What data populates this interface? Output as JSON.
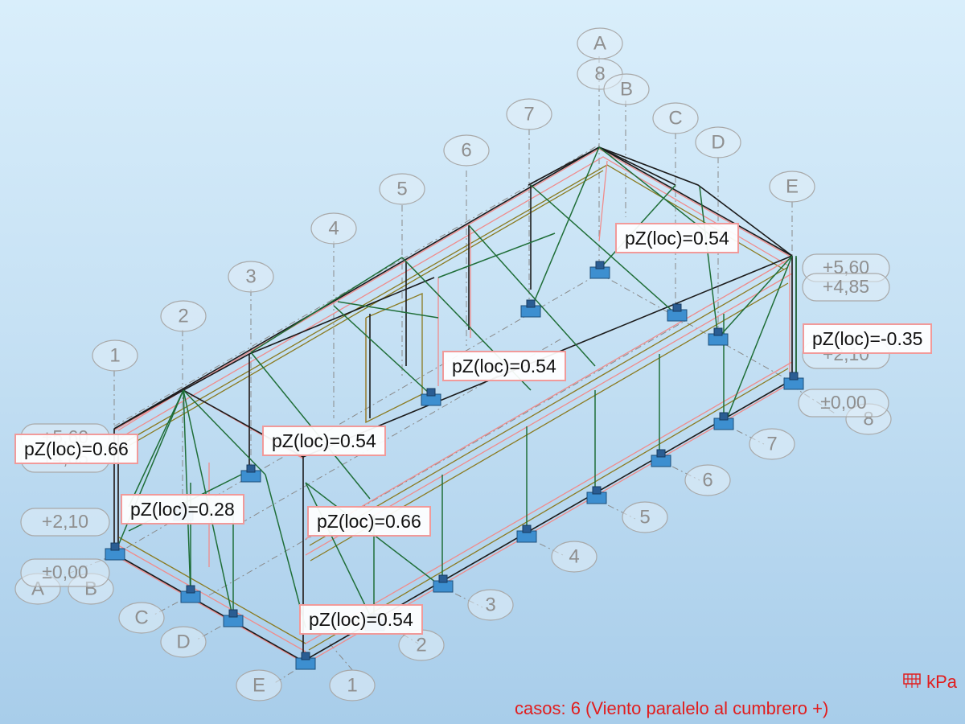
{
  "axis_bubbles": {
    "top_axes": [
      "A",
      "8",
      "B",
      "C",
      "D",
      "E"
    ],
    "frame_axes_top": [
      "1",
      "2",
      "3",
      "4",
      "5",
      "6",
      "7"
    ],
    "frame_axes_bottom": [
      "1",
      "2",
      "3",
      "4",
      "5",
      "6",
      "7",
      "8"
    ],
    "left_axes": [
      "A",
      "B",
      "C",
      "D",
      "E"
    ]
  },
  "levels_right": [
    "+5,60",
    "+4,85",
    "+2,10",
    "±0,00"
  ],
  "levels_left": [
    "+5,60",
    "+4,85",
    "+2,10",
    "±0,00"
  ],
  "load_labels": [
    "pZ(loc)=0.54",
    "pZ(loc)=-0.35",
    "pZ(loc)=0.54",
    "pZ(loc)=0.66",
    "pZ(loc)=0.54",
    "pZ(loc)=0.28",
    "pZ(loc)=0.66",
    "pZ(loc)=0.54"
  ],
  "units": {
    "icon": "load-grid-icon",
    "label": "kPa"
  },
  "caption": "casos: 6 (Viento paralelo al cumbrero +)",
  "colors": {
    "label_text": "#e11d1d",
    "label_border": "#f19a9a",
    "bracing": "#1f6e38",
    "frame": "#1b1b1b",
    "support": "#3d8fd0"
  }
}
